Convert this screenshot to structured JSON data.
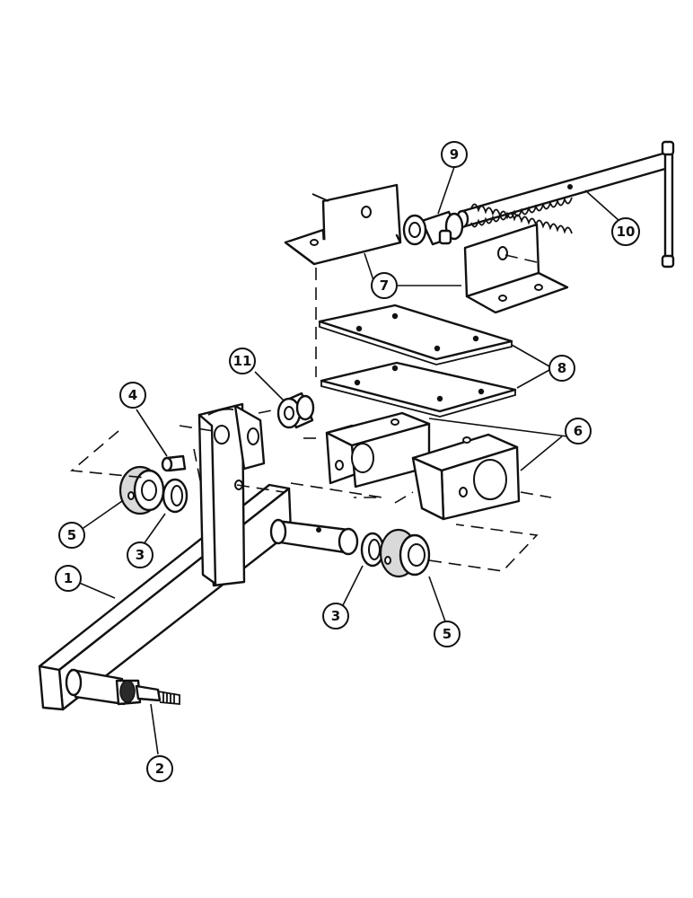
{
  "diagram": {
    "callouts": [
      {
        "id": "c9",
        "label": "9"
      },
      {
        "id": "c10",
        "label": "10"
      },
      {
        "id": "c7",
        "label": "7"
      },
      {
        "id": "c8",
        "label": "8"
      },
      {
        "id": "c11",
        "label": "11"
      },
      {
        "id": "c4",
        "label": "4"
      },
      {
        "id": "c6",
        "label": "6"
      },
      {
        "id": "c5a",
        "label": "5"
      },
      {
        "id": "c3a",
        "label": "3"
      },
      {
        "id": "c1",
        "label": "1"
      },
      {
        "id": "c3b",
        "label": "3"
      },
      {
        "id": "c5b",
        "label": "5"
      },
      {
        "id": "c2",
        "label": "2"
      }
    ]
  }
}
